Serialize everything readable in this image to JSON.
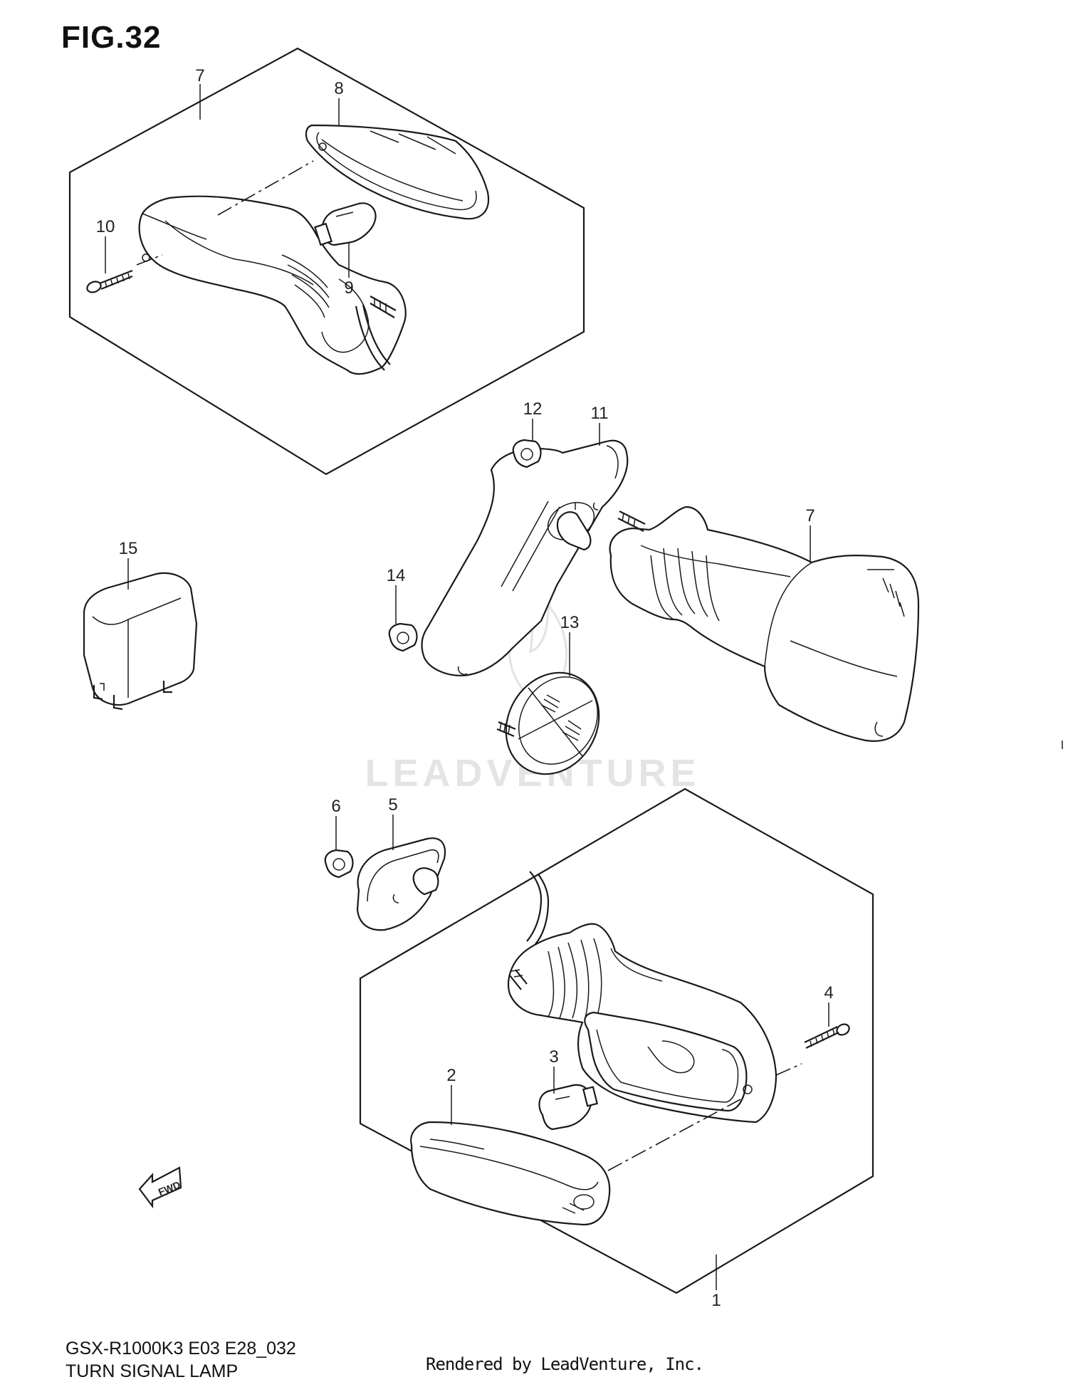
{
  "figure": {
    "title": "FIG.32",
    "watermark": "LEADVENTURE"
  },
  "callouts": [
    {
      "id": "c7a",
      "label": "7"
    },
    {
      "id": "c8",
      "label": "8"
    },
    {
      "id": "c10",
      "label": "10"
    },
    {
      "id": "c9",
      "label": "9"
    },
    {
      "id": "c12",
      "label": "12"
    },
    {
      "id": "c11",
      "label": "11"
    },
    {
      "id": "c7b",
      "label": "7"
    },
    {
      "id": "c15",
      "label": "15"
    },
    {
      "id": "c14",
      "label": "14"
    },
    {
      "id": "c13",
      "label": "13"
    },
    {
      "id": "c6",
      "label": "6"
    },
    {
      "id": "c5",
      "label": "5"
    },
    {
      "id": "c4",
      "label": "4"
    },
    {
      "id": "c3",
      "label": "3"
    },
    {
      "id": "c2",
      "label": "2"
    },
    {
      "id": "c1",
      "label": "1"
    }
  ],
  "fwd_arrow": {
    "label": "FWD"
  },
  "footer": {
    "model_code": "GSX-R1000K3 E03 E28_032",
    "part_name": "TURN SIGNAL LAMP",
    "rendered_by": "Rendered by LeadVenture, Inc."
  }
}
